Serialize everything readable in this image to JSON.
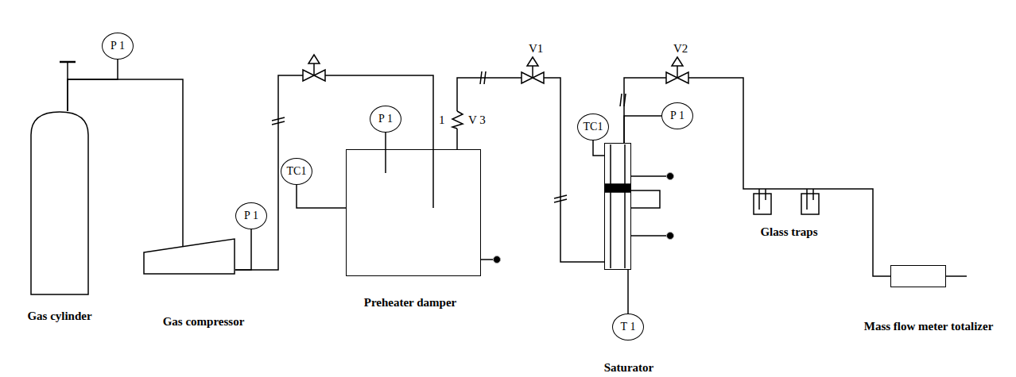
{
  "diagram": {
    "nodes": [
      {
        "text": [
          "P 1"
        ]
      },
      {
        "text": [
          "Gas cylinder"
        ]
      },
      {
        "text": [
          "Gas compressor"
        ]
      },
      {
        "text": [
          "P 1"
        ]
      },
      {
        "text": [
          "TC1"
        ]
      },
      {
        "text": [
          "P 1"
        ]
      },
      {
        "text": [
          "Preheater damper"
        ]
      },
      {
        "text": [
          "TC1"
        ]
      },
      {
        "text": [
          "P 1"
        ]
      },
      {
        "text": [
          "Saturator"
        ]
      },
      {
        "text": [
          "T 1"
        ]
      },
      {
        "text": [
          "Glass traps"
        ]
      },
      {
        "text": [
          "Mass flow meter totalizer"
        ]
      }
    ],
    "edges": [
      {
        "from": 1,
        "to": 2,
        "arrow": "none"
      },
      {
        "from": 2,
        "to": 6,
        "arrow": "none"
      },
      {
        "from": 6,
        "to": 9,
        "arrow": "none"
      },
      {
        "from": 9,
        "to": 11,
        "arrow": "none"
      },
      {
        "from": 11,
        "to": 12,
        "arrow": "none"
      },
      {
        "from": 0,
        "to": 1,
        "arrow": "none"
      },
      {
        "from": 3,
        "to": 2,
        "arrow": "none"
      },
      {
        "from": 4,
        "to": 6,
        "arrow": "none"
      },
      {
        "from": 5,
        "to": 6,
        "arrow": "none"
      },
      {
        "from": 7,
        "to": 9,
        "arrow": "none"
      },
      {
        "from": 8,
        "to": 9,
        "arrow": "none"
      },
      {
        "from": 10,
        "to": 9,
        "arrow": "none"
      }
    ],
    "labels": [
      "1",
      "V 3",
      "V1",
      "V2"
    ]
  }
}
